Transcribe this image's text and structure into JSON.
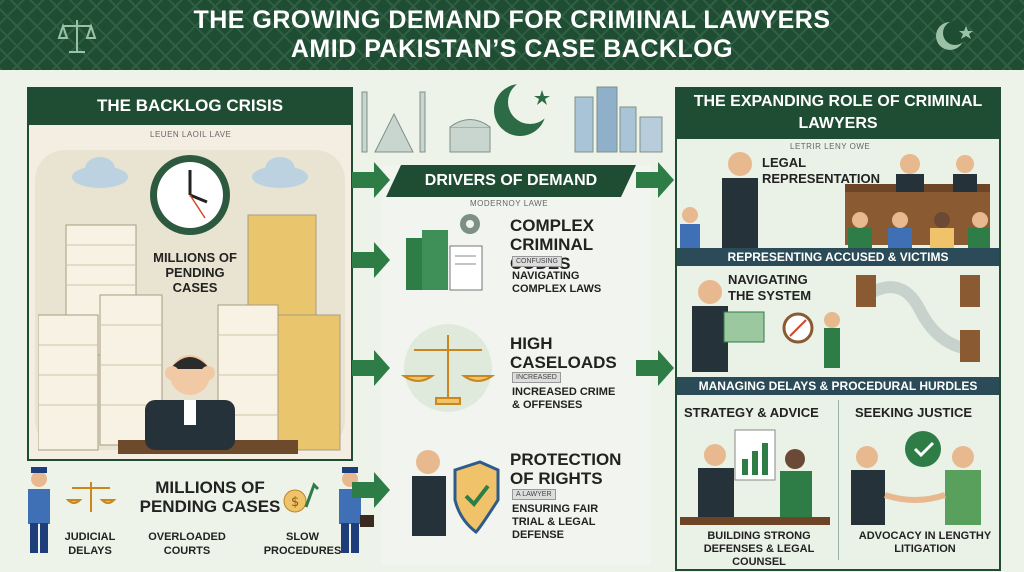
{
  "header": {
    "title_line1": "THE GROWING DEMAND FOR CRIMINAL LAWYERS",
    "title_line2": "AMID PAKISTAN’S CASE BACKLOG"
  },
  "left_panel": {
    "title": "THE BACKLOG CRISIS",
    "subtitle": "LEUEN LAOIL LAVE",
    "clock_caption": "MILLIONS OF PENDING CASES",
    "big_caption": "MILLIONS OF PENDING CASES",
    "bottom_labels": [
      "JUDICIAL DELAYS",
      "OVERLOADED COURTS",
      "SLOW PROCEDURES"
    ]
  },
  "middle_panel": {
    "title": "DRIVERS OF DEMAND",
    "subtitle": "MODERNOY LAWE",
    "items": [
      {
        "title": "COMPLEX CRIMINAL CODES",
        "tag": "CONFUSING",
        "desc": "NAVIGATING COMPLEX LAWS"
      },
      {
        "title": "HIGH CASELOADS",
        "tag": "INCREASED",
        "desc": "INCREASED CRIME & OFFENSES"
      },
      {
        "title": "PROTECTION OF RIGHTS",
        "tag": "A LAWYER",
        "desc": "ENSURING FAIR TRIAL & LEGAL DEFENSE"
      }
    ]
  },
  "right_panel": {
    "title": "THE EXPANDING ROLE OF CRIMINAL LAWYERS",
    "subtitle": "LETRIR LENY OWE",
    "section1_label": "LEGAL REPRESENTATION",
    "section1_band": "REPRESENTING ACCUSED & VICTIMS",
    "section2_label": "NAVIGATING THE SYSTEM",
    "section2_band": "MANAGING DELAYS & PROCEDURAL HURDLES",
    "section3_left_title": "STRATEGY & ADVICE",
    "section3_right_title": "SEEKING JUSTICE",
    "section3_left_caption": "BUILDING STRONG DEFENSES & LEGAL COUNSEL",
    "section3_right_caption": "ADVOCACY IN LENGTHY LITIGATION"
  },
  "colors": {
    "header_green": "#1f4d33",
    "panel_green": "#1f4d33",
    "band_slate": "#2a4b57",
    "arrow_green": "#2e7d46",
    "background": "#eef3ea"
  }
}
